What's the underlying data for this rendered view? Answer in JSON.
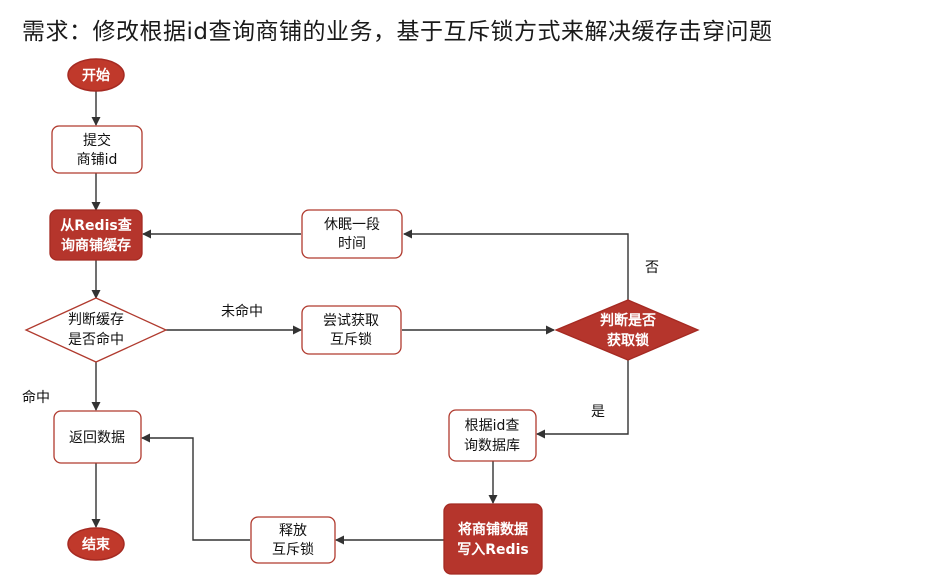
{
  "title": "需求：修改根据id查询商铺的业务，基于互斥锁方式来解决缓存击穿问题",
  "nodes": {
    "start": {
      "lines": [
        "开始"
      ]
    },
    "submit": {
      "lines": [
        "提交",
        "商铺id"
      ]
    },
    "query_redis": {
      "lines": [
        "从Redis查",
        "询商铺缓存"
      ]
    },
    "check_cache": {
      "lines": [
        "判断缓存",
        "是否命中"
      ]
    },
    "try_lock": {
      "lines": [
        "尝试获取",
        "互斥锁"
      ]
    },
    "sleep": {
      "lines": [
        "休眠一段",
        "时间"
      ]
    },
    "check_lock": {
      "lines": [
        "判断是否",
        "获取锁"
      ]
    },
    "query_db": {
      "lines": [
        "根据id查",
        "询数据库"
      ]
    },
    "write_redis": {
      "lines": [
        "将商铺数据",
        "写入Redis"
      ]
    },
    "release_lock": {
      "lines": [
        "释放",
        "互斥锁"
      ]
    },
    "return_data": {
      "lines": [
        "返回数据"
      ]
    },
    "end": {
      "lines": [
        "结束"
      ]
    }
  },
  "edges": {
    "miss": "未命中",
    "hit": "命中",
    "no": "否",
    "yes": "是"
  },
  "colors": {
    "accent": "#b5352c",
    "border": "#b03a2e",
    "edge": "#333333"
  }
}
